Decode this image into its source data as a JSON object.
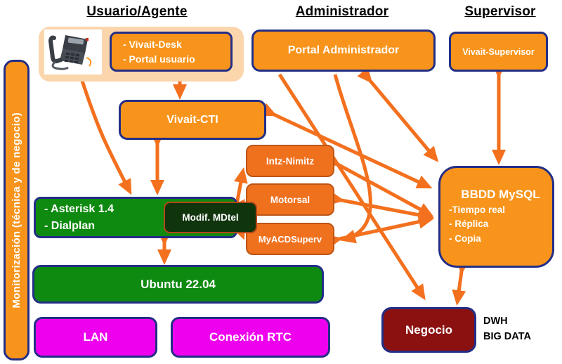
{
  "headers": {
    "usuario": "Usuario/Agente",
    "administrador": "Administrador",
    "supervisor": "Supervisor"
  },
  "sidebar": {
    "monitor_label": "Monitorización (técnica y de negocio)"
  },
  "nodes": {
    "vivait_desk": {
      "lines": [
        "- Vivait-Desk",
        "- Portal usuario"
      ]
    },
    "portal_admin": {
      "label": "Portal Administrador"
    },
    "vivait_supervisor": {
      "label": "Vivait-Supervisor"
    },
    "vivait_cti": {
      "label": "Vivait-CTI"
    },
    "intz_nimitz": {
      "label": "Intz-Nimitz"
    },
    "motorsal": {
      "label": "Motorsal"
    },
    "myacdsuperv": {
      "label": "MyACDSuperv"
    },
    "asterisk": {
      "lines": [
        "- Asterisk 1.4",
        "- Dialplan"
      ]
    },
    "modif_mdtel": {
      "label": "Modif. MDtel"
    },
    "ubuntu": {
      "label": "Ubuntu 22.04"
    },
    "lan": {
      "label": "LAN"
    },
    "conexion_rtc": {
      "label": "Conexión RTC"
    },
    "bbdd": {
      "title": "BBDD MySQL",
      "bullets": [
        "-Tiempo real",
        "- Réplica",
        "- Copia"
      ]
    },
    "negocio": {
      "label": "Negocio"
    },
    "dwh": {
      "lines": [
        "DWH",
        "BIG DATA"
      ]
    }
  },
  "colors": {
    "box_orange": "#F8941B",
    "module_orange": "#EF711E",
    "module_border": "#BC5516",
    "navy_border": "#232E86",
    "green": "#0E8A10",
    "dark_green": "#10350D",
    "magenta": "#EE00EE",
    "maroon": "#8B1111",
    "peach": "#FBD6AC",
    "arrow": "#F3701E"
  },
  "connections": [
    "Vivait-Desk <-> Vivait-CTI",
    "Teléfono <-> Asterisk",
    "Vivait-CTI <-> Asterisk",
    "Asterisk <-> Ubuntu",
    "Asterisk <-> Intz-Nimitz",
    "Asterisk <-> Motorsal",
    "Asterisk <-> MyACDSuperv",
    "Intz-Nimitz <-> BBDD MySQL",
    "Motorsal <-> BBDD MySQL",
    "MyACDSuperv <-> BBDD MySQL",
    "Vivait-CTI <-> BBDD MySQL",
    "Portal Administrador <-> BBDD MySQL",
    "Vivait-Supervisor <-> BBDD MySQL",
    "Portal Administrador -> MyACDSuperv",
    "Portal Administrador -> Negocio",
    "BBDD MySQL <-> Negocio"
  ]
}
